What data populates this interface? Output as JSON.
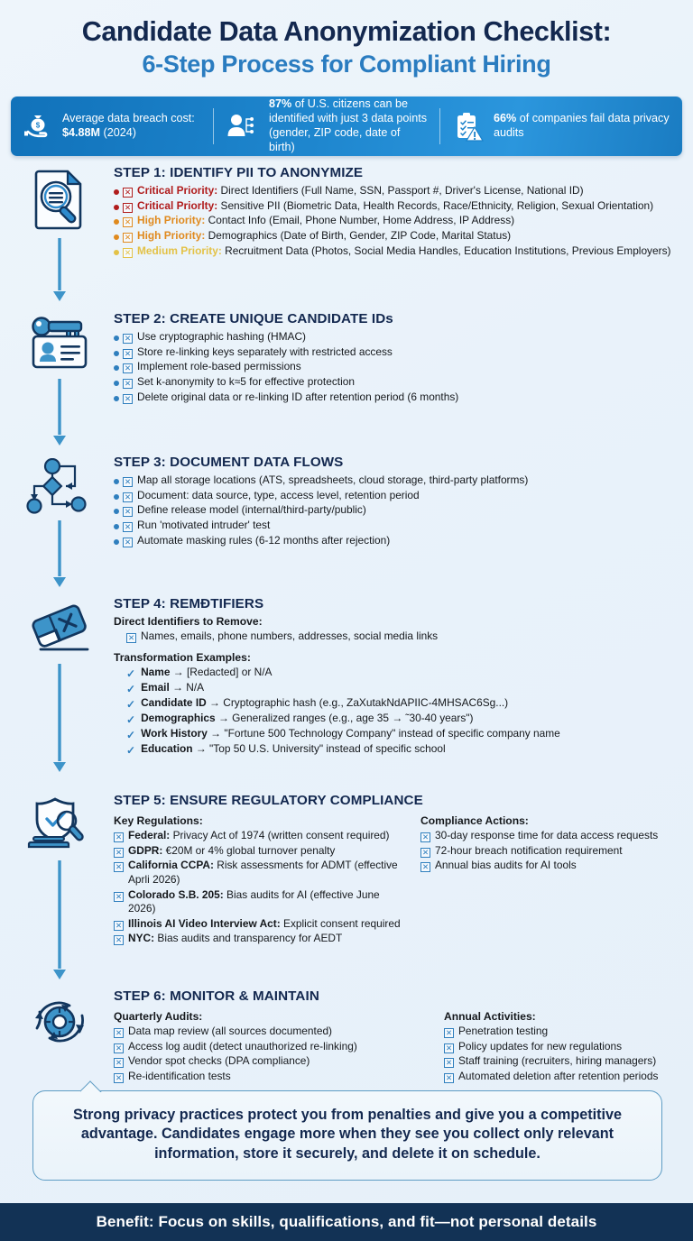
{
  "title": {
    "line1": "Candidate Data Anonymization Checklist:",
    "line2": "6-Step Process for Compliant Hiring"
  },
  "colors": {
    "navy": "#13284f",
    "blue": "#2a7cc0",
    "bar_blue": "#1a7cc2",
    "critical": "#b01c1c",
    "high": "#e08a1e",
    "medium": "#e3c247",
    "footer_bg": "#123255"
  },
  "stats": [
    {
      "icon": "money-bag-hand-icon",
      "text_plain": "Average data breach cost: $4.88M (2024)",
      "pre": "Average data breach cost: ",
      "bold": "$4.88M",
      "post": " (2024)"
    },
    {
      "icon": "person-data-points-icon",
      "text_plain": "87% of U.S. citizens can be identified with just 3 data points (gender, ZIP code, date of birth)",
      "bold": "87%",
      "post": " of U.S. citizens can be identified with just 3 data points (gender, ZIP code, date of birth)",
      "pre": ""
    },
    {
      "icon": "clipboard-warning-icon",
      "text_plain": "66% of companies fail data privacy audits",
      "bold": "66%",
      "post": " of companies fail data privacy audits",
      "pre": ""
    }
  ],
  "steps": [
    {
      "id": "step-1",
      "icon": "document-magnifier-icon",
      "title": "STEP 1: IDENTIFY PII TO ANONYMIZE",
      "items": [
        {
          "level": "critical",
          "label": "Critical Priority:",
          "text": " Direct Identifiers (Full Name, SSN, Passport #, Driver's License, National ID)"
        },
        {
          "level": "critical",
          "label": "Critical Priorlty:",
          "text": " Sensitive PII (Biometric Data, Health Records, Race/Ethnicity, Religion, Sexual Orientation)"
        },
        {
          "level": "high",
          "label": "High Priority:",
          "text": " Contact Info (Email, Phone Number, Home Address, IP Address)"
        },
        {
          "level": "high",
          "label": "High Priority:",
          "text": " Demographics (Date of Birth, Gender, ZIP Code, Marital Status)"
        },
        {
          "level": "medium",
          "label": "Medium Priority:",
          "text": " Recruitment Data (Photos, Social Media Handles, Education Institutions, Previous Employers)"
        }
      ]
    },
    {
      "id": "step-2",
      "icon": "key-id-card-icon",
      "title": "STEP 2: CREATE UNIQUE CANDIDATE IDs",
      "items": [
        {
          "level": "blue",
          "label": "",
          "text": "Use cryptographic hashing (HMAC)"
        },
        {
          "level": "blue",
          "label": "",
          "text": "Store re-linking keys separately with restricted access"
        },
        {
          "level": "blue",
          "label": "",
          "text": "Implement role-based permissions"
        },
        {
          "level": "blue",
          "label": "",
          "text": "Set k-anonymity to k≈5 for effective protection"
        },
        {
          "level": "blue",
          "label": "",
          "text": "Delete original data or re-linking ID after retention period (6 months)"
        }
      ]
    },
    {
      "id": "step-3",
      "icon": "flowchart-icon",
      "title": "STEP 3: DOCUMENT DATA FLOWS",
      "items": [
        {
          "level": "blue",
          "label": "",
          "text": "Map all storage locations (ATS, spreadsheets, cloud storage, third-party platforms)"
        },
        {
          "level": "blue",
          "label": "",
          "text": "Document: data source, type, access level, retention period"
        },
        {
          "level": "blue",
          "label": "",
          "text": "Define release model (internal/third-party/public)"
        },
        {
          "level": "blue",
          "label": "",
          "text": "Run 'motivated intruder' test"
        },
        {
          "level": "blue",
          "label": "",
          "text": "Automate masking rules (6-12 months after rejection)"
        }
      ]
    },
    {
      "id": "step-4",
      "icon": "eraser-icon",
      "title": "STEP 4: REMĐTIFIERS",
      "subhead_a": "Direct Identifiers to Remove:",
      "remove_items": [
        {
          "text": "Names, emails, phone numbers, addresses, social media links"
        }
      ],
      "subhead_b": "Transformation Examples:",
      "transform_items": [
        {
          "label": "Name",
          "text": " → [Redacted] or N/A"
        },
        {
          "label": "Email",
          "text": " → N/A"
        },
        {
          "label": "Candidate ID",
          "text": " → Cryptographic hash (e.g., ZaXutakNdAPIIC-4MHSAC6Sg...)"
        },
        {
          "label": "Demographics",
          "text": " → Generalized ranges (e.g., age 35 → ˜30-40 years\")"
        },
        {
          "label": "Work History",
          "text": " → \"Fortune 500 Technology Company\" instead of specific company name"
        },
        {
          "label": "Education",
          "text": " → \"Top 50 U.S. University\" instead of specific school"
        }
      ]
    },
    {
      "id": "step-5",
      "icon": "shield-check-magnifier-icon",
      "title": "STEP 5: ENSURE REGULATORY COMPLIANCE",
      "subhead_left": "Key Regulations:",
      "left_items": [
        {
          "label": "Federal:",
          "text": " Privacy Act of 1974 (written consent required)"
        },
        {
          "label": "GDPR:",
          "text": " €20M or 4% global turnover penalty"
        },
        {
          "label": "California CCPA:",
          "text": " Risk assessments for ADMT (effective Aprli 2026)"
        },
        {
          "label": "Colorado S.B. 205:",
          "text": " Bias audits for AI (effective June 2026)"
        },
        {
          "label": "Illinois AI Video Interview Act:",
          "text": " Explicit consent required"
        },
        {
          "label": "NYC:",
          "text": " Bias audits and transparency for AEDT"
        }
      ],
      "subhead_right": "Compliance Actions:",
      "right_items": [
        {
          "label": "",
          "text": "30-day response time for data access requests"
        },
        {
          "label": "",
          "text": "72-hour breach notification requirement"
        },
        {
          "label": "",
          "text": "Annual bias audits for AI tools"
        }
      ]
    },
    {
      "id": "step-6",
      "icon": "monitor-cycle-icon",
      "title": "STEP 6: MONITOR & MAINTAIN",
      "subhead_left": "Quarterly Audits:",
      "left_items": [
        {
          "text": "Data map review (all sources documented)"
        },
        {
          "text": "Access log audit (detect unauthorized re-linking)"
        },
        {
          "text": "Vendor spot checks (DPA compliance)"
        },
        {
          "text": "Re-identification tests"
        }
      ],
      "subhead_right": "Annual Activities:",
      "right_items": [
        {
          "text": "Penetration testing"
        },
        {
          "text": "Policy updates for new regulations"
        },
        {
          "text": "Staff training (recruiters, hiring managers)"
        },
        {
          "text": "Automated deletion after retention periods"
        }
      ]
    }
  ],
  "callout": {
    "text": "Strong privacy practices protect you from penalties and give you a competitive advantage. Candidates engage more when they see you collect only relevant information, store it securely, and delete it on schedule."
  },
  "footer": {
    "text": "Benefit: Focus on skills, qualifications, and fit—not personal details"
  }
}
